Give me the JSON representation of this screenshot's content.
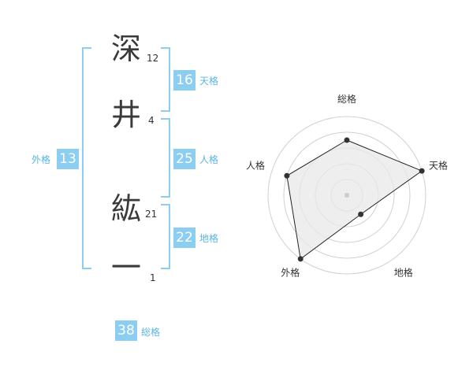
{
  "name": [
    {
      "char": "深",
      "strokes": "12"
    },
    {
      "char": "井",
      "strokes": "4"
    },
    {
      "char": "紘",
      "strokes": "21"
    },
    {
      "char": "一",
      "strokes": "1"
    }
  ],
  "fortunes": {
    "tenkaku": {
      "value": "16",
      "label": "天格"
    },
    "jinkaku": {
      "value": "25",
      "label": "人格"
    },
    "chikaku": {
      "value": "22",
      "label": "地格"
    },
    "gaikaku": {
      "value": "13",
      "label": "外格"
    },
    "soukaku": {
      "value": "38",
      "label": "総格"
    }
  },
  "chart_data": {
    "type": "radar",
    "axes": [
      "総格",
      "天格",
      "地格",
      "外格",
      "人格"
    ],
    "values": [
      3.5,
      5,
      1.5,
      5,
      4
    ],
    "max": 5,
    "rings": 5,
    "colors": {
      "fill": "#e8e8e8",
      "line": "#222222",
      "ring": "#d0d0d0",
      "accent": "#8ccdf2"
    }
  }
}
